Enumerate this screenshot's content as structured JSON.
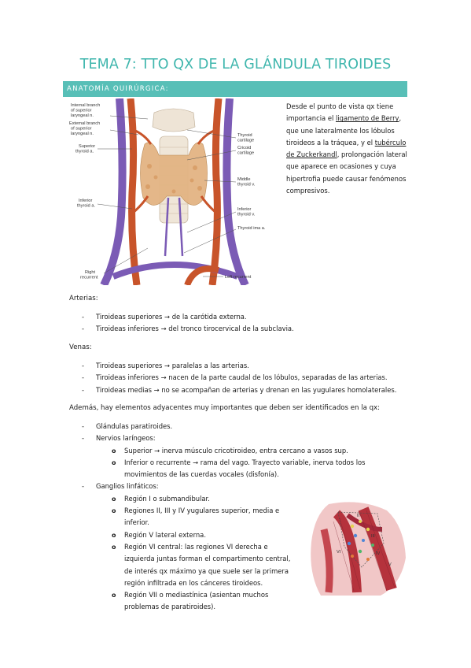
{
  "title": "TEMA 7: TTO QX DE LA GLÁNDULA TIROIDES",
  "section": "ANATOMÍA QUIRÚRGICA:",
  "figure_labels": {
    "l1a": "Internal branch",
    "l1b": "of superior",
    "l1c": "laryngeal n.",
    "l2a": "External branch",
    "l2b": "of superior",
    "l2c": "laryngeal n.",
    "l3a": "Superior",
    "l3b": "thyroid a.",
    "l4a": "Inferior",
    "l4b": "thyroid a.",
    "l5a": "Right",
    "l5b": "recurrent",
    "r1a": "Thyroid",
    "r1b": "cartilage",
    "r2a": "Cricoid",
    "r2b": "cartilage",
    "r3a": "Middle",
    "r3b": "thyroid v.",
    "r4a": "Inferior",
    "r4b": "thyroid v.",
    "r5": "Thyroid ima a.",
    "r6": "Left recurrent"
  },
  "intro": {
    "p1": "Desde el punto de vista qx tiene importancia el ",
    "link1": "ligamento de Berry",
    "p2": ", que une lateralmente los lóbulos tiroideos a la tráquea, y el ",
    "link2": "tubérculo de Zuckerkandl",
    "p3": ", prolongación lateral que aparece en ocasiones y cuya hipertrofia puede causar fenómenos compresivos."
  },
  "arterias": {
    "label": "Arterias:",
    "items": [
      {
        "a": "Tiroideas superiores ",
        "b": " de la carótida externa."
      },
      {
        "a": "Tiroideas inferiores ",
        "b": " del tronco tirocervical de la subclavia."
      }
    ]
  },
  "venas": {
    "label": "Venas:",
    "items": [
      {
        "a": "Tiroideas superiores ",
        "b": " paralelas a las arterias."
      },
      {
        "a": "Tiroideas inferiores ",
        "b": " nacen de la parte caudal de los lóbulos, separadas de las arterias."
      },
      {
        "a": "Tiroideas medias ",
        "b": " no se acompañan de arterias y drenan en las yugulares homolaterales."
      }
    ]
  },
  "ademas": "Además, hay elementos adyacentes muy importantes que deben ser identificados en la qx:",
  "elementos": {
    "paratiroides": "Glándulas paratiroides.",
    "nervios": "Nervios laríngeos:",
    "nervios_sub": [
      {
        "a": "Superior ",
        "b": " inerva músculo cricotiroideo, entra cercano a vasos sup."
      },
      {
        "a": "Inferior o recurrente ",
        "b": " rama del vago. Trayecto variable, inerva todos los movimientos de las cuerdas vocales (disfonía)."
      }
    ],
    "ganglios": "Ganglios linfáticos:",
    "ganglios_sub": [
      "Región I o submandibular.",
      "Regiones II, III y IV yugulares superior, media e inferior.",
      "Región V lateral externa.",
      "Región VI central: las regiones VI derecha e izquierda juntas forman el compartimento central, de interés qx máximo ya que suele ser la primera región infiltrada en los cánceres tiroideos.",
      "Región VII o mediastínica (asientan muchos problemas de paratiroides)."
    ]
  },
  "neck_labels": {
    "n1": "II",
    "n2": "III",
    "n3": "IV",
    "n4": "V",
    "n5": "VI"
  },
  "colors": {
    "accent": "#58bfb7",
    "title": "#3fb6ad",
    "artery": "#c8542a",
    "vein": "#7b5bb5",
    "gland": "#e0b487"
  }
}
